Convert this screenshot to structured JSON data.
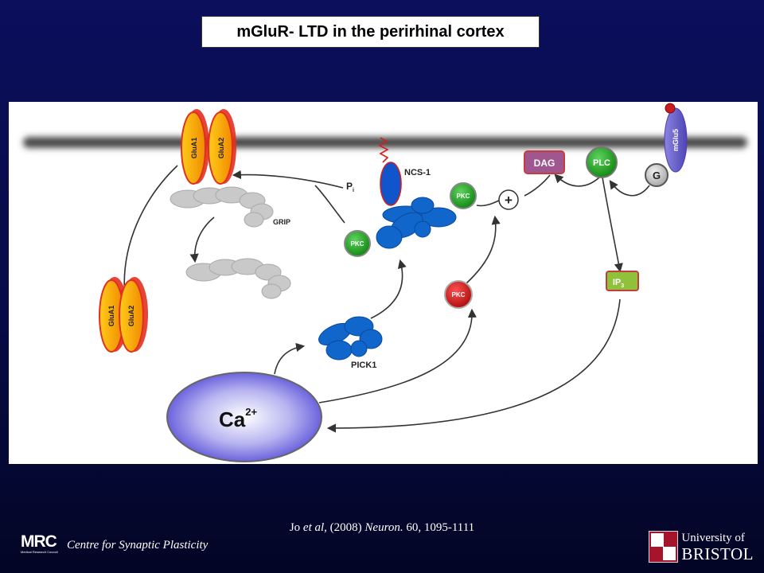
{
  "title": "mGluR- LTD in the perirhinal cortex",
  "diagram": {
    "glua_top": [
      "GluA1",
      "GluA2"
    ],
    "glua_bottom": [
      "GluA1",
      "GluA2"
    ],
    "grip": "GRIP",
    "pi": "P",
    "pi_sub": "i",
    "ncs1": "NCS-1",
    "pkc_labels": [
      "PKC",
      "PKC",
      "PKC"
    ],
    "pick1": "PICK1",
    "dag": "DAG",
    "plc": "PLC",
    "g": "G",
    "mglu5": "mGlu5",
    "ip3": "IP",
    "ip3_sub": "3",
    "plus": "+",
    "ca": "Ca",
    "ca_sup": "2+"
  },
  "citation": {
    "prefix": "Jo ",
    "etal": "et al",
    "middle": ", (2008) ",
    "journal": "Neuron.",
    "suffix": " 60, 1095-1111"
  },
  "footer": {
    "mrc": "MRC",
    "mrc_sub": "Medical Research Council",
    "centre": "Centre for Synaptic Plasticity",
    "university_line1": "University of",
    "university_line2": "BRISTOL"
  },
  "colors": {
    "background": "#0b0f5c",
    "receptor_orange": "#f5a300",
    "pkc_green": "#1fa51f",
    "pkc_red": "#d01d1d",
    "dag_purple": "#a0578f",
    "ip3_green": "#8fc23a",
    "mglu5_purple": "#6c61c8",
    "pick_blue": "#1166cc"
  }
}
